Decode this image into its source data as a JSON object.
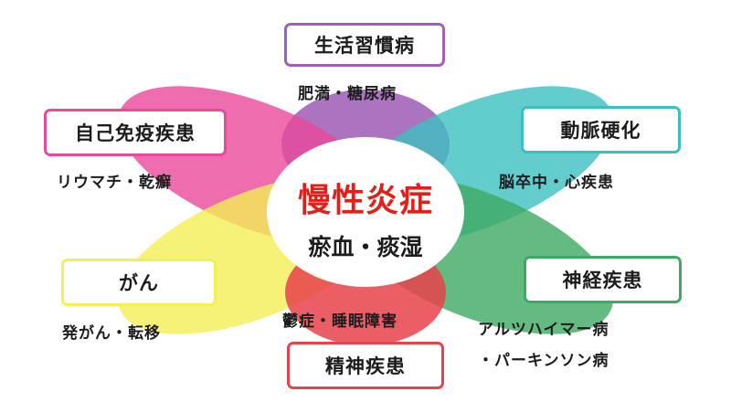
{
  "center": {
    "title": "慢性炎症",
    "subtitle": "瘀血・痰湿",
    "title_color": "#e0201b"
  },
  "nodes": {
    "top": {
      "label": "生活習慣病",
      "detail": "肥満・糖尿病",
      "color": "#a160b8"
    },
    "upper_left": {
      "label": "自己免疫疾患",
      "detail": "リウマチ・乾癬",
      "color": "#e8499a"
    },
    "upper_right": {
      "label": "動脈硬化",
      "detail": "脳卒中・心疾患",
      "color": "#3cbfbf"
    },
    "lower_left": {
      "label": "がん",
      "detail": "発がん・転移",
      "color": "#f4ef55"
    },
    "lower_right": {
      "label": "神経疾患",
      "detail_line1": "アルツハイマー病",
      "detail_line2": "・パーキンソン病",
      "color": "#3daa63"
    },
    "bottom": {
      "label": "精神疾患",
      "detail": "鬱症・睡眠障害",
      "color": "#e8424b"
    }
  }
}
